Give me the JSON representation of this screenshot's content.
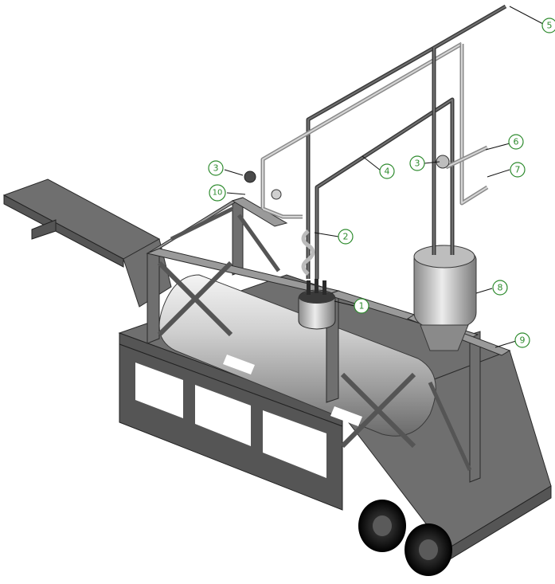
{
  "callouts": [
    {
      "id": "c1",
      "label": "1"
    },
    {
      "id": "c2",
      "label": "2"
    },
    {
      "id": "c3a",
      "label": "3"
    },
    {
      "id": "c3b",
      "label": "3"
    },
    {
      "id": "c4",
      "label": "4"
    },
    {
      "id": "c5",
      "label": "5"
    },
    {
      "id": "c6",
      "label": "6"
    },
    {
      "id": "c7",
      "label": "7"
    },
    {
      "id": "c8",
      "label": "8"
    },
    {
      "id": "c9",
      "label": "9"
    },
    {
      "id": "c10",
      "label": "10"
    }
  ],
  "colors": {
    "callout": "#2e8b2e",
    "frame": "#6f6f6f",
    "tank": "#c8c8c8",
    "tire": "#111111"
  }
}
